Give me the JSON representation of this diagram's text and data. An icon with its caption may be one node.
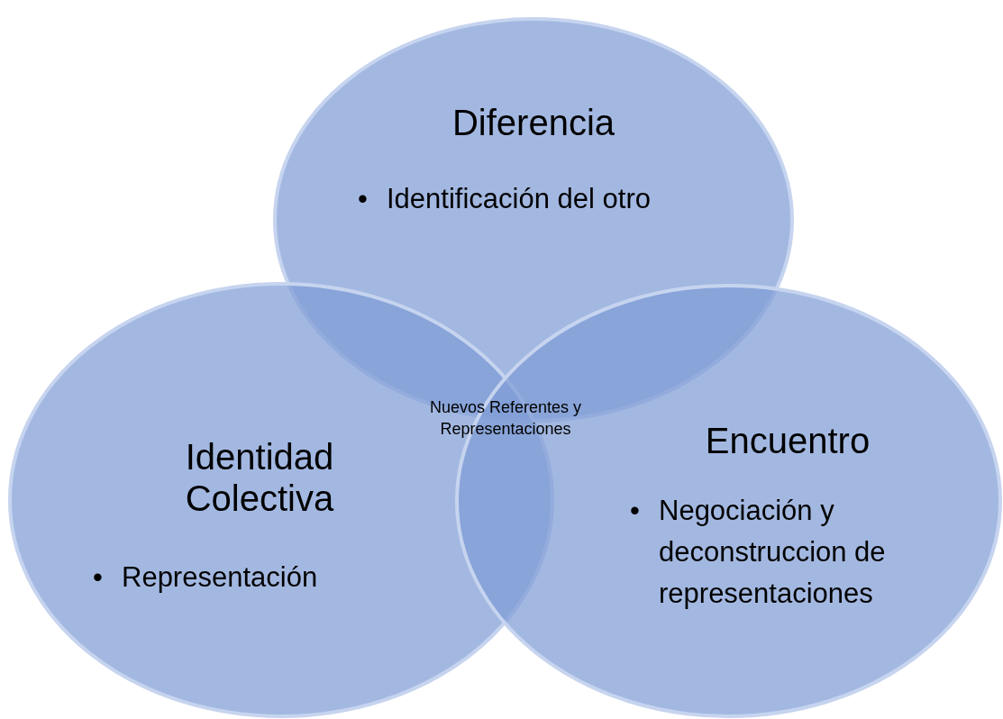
{
  "diagram": {
    "nodes": [
      {
        "text": [
          "Diferencia",
          "• Identificación del otro"
        ]
      },
      {
        "text": [
          "Identidad Colectiva",
          "• Representación"
        ]
      },
      {
        "text": [
          "Encuentro",
          "• Negociación y deconstruccion de representaciones"
        ]
      }
    ],
    "labels": [
      "Nuevos Referentes y Representaciones"
    ]
  }
}
